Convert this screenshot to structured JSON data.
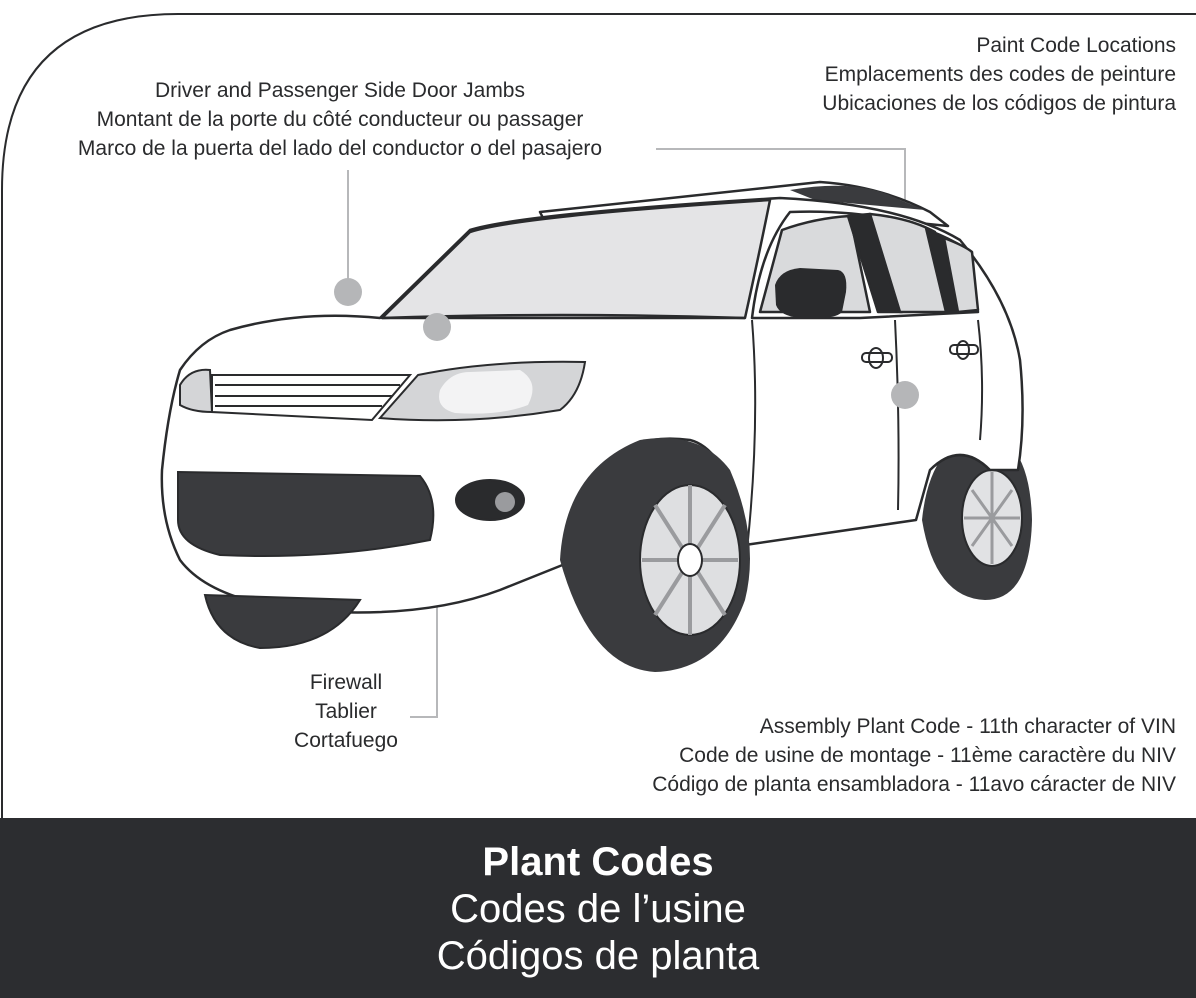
{
  "labels": {
    "door_jambs": [
      "Driver and Passenger Side Door Jambs",
      "Montant de la porte du côté conducteur ou passager",
      "Marco de la puerta del lado del conductor o del pasajero"
    ],
    "paint_locations": [
      "Paint Code Locations",
      "Emplacements des codes de peinture",
      "Ubicaciones de los códigos de pintura"
    ],
    "firewall": [
      "Firewall",
      "Tablier",
      "Cortafuego"
    ],
    "assembly_plant": [
      "Assembly Plant Code - 11th character of VIN",
      "Code de usine de montage - 11ème caractère du NIV",
      "Código de planta ensambladora - 11avo cáracter de NIV"
    ]
  },
  "footer": {
    "title": "Plant Codes",
    "subtitle_fr": "Codes de l’usine",
    "subtitle_es": "Códigos de planta"
  },
  "colors": {
    "background": "#ffffff",
    "footer_background": "#2c2d30",
    "marker": "#b5b6b8",
    "leader_line": "#b7b8ba",
    "outline": "#2a2b2d"
  }
}
